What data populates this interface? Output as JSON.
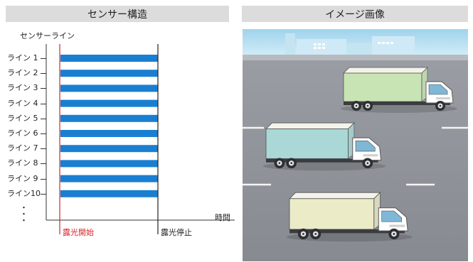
{
  "left_panel": {
    "header": "センサー構造",
    "sensor_title": "センサーライン",
    "lines": [
      "ライン 1",
      "ライン 2",
      "ライン 3",
      "ライン 4",
      "ライン 5",
      "ライン 6",
      "ライン 7",
      "ライン 8",
      "ライン 9",
      "ライン10"
    ],
    "ellipsis": "・",
    "axis_label": "時間",
    "exposure_start": "露光開始",
    "exposure_stop": "露光停止"
  },
  "right_panel": {
    "header": "イメージ画像"
  },
  "colors": {
    "header_bg": "#dcdcdc",
    "bar_blue": "#1a7fd1",
    "start_red": "#d8232a",
    "sky": "#a8d8ee",
    "road": "#8e9298",
    "truck_green": "#c9e4b4",
    "truck_cyan": "#a9d8d6",
    "truck_cream": "#ecebc8"
  },
  "trucks": [
    {
      "name": "green-truck",
      "color": "#c9e4b4"
    },
    {
      "name": "cyan-truck",
      "color": "#a9d8d6"
    },
    {
      "name": "cream-truck",
      "color": "#ecebc8"
    }
  ]
}
